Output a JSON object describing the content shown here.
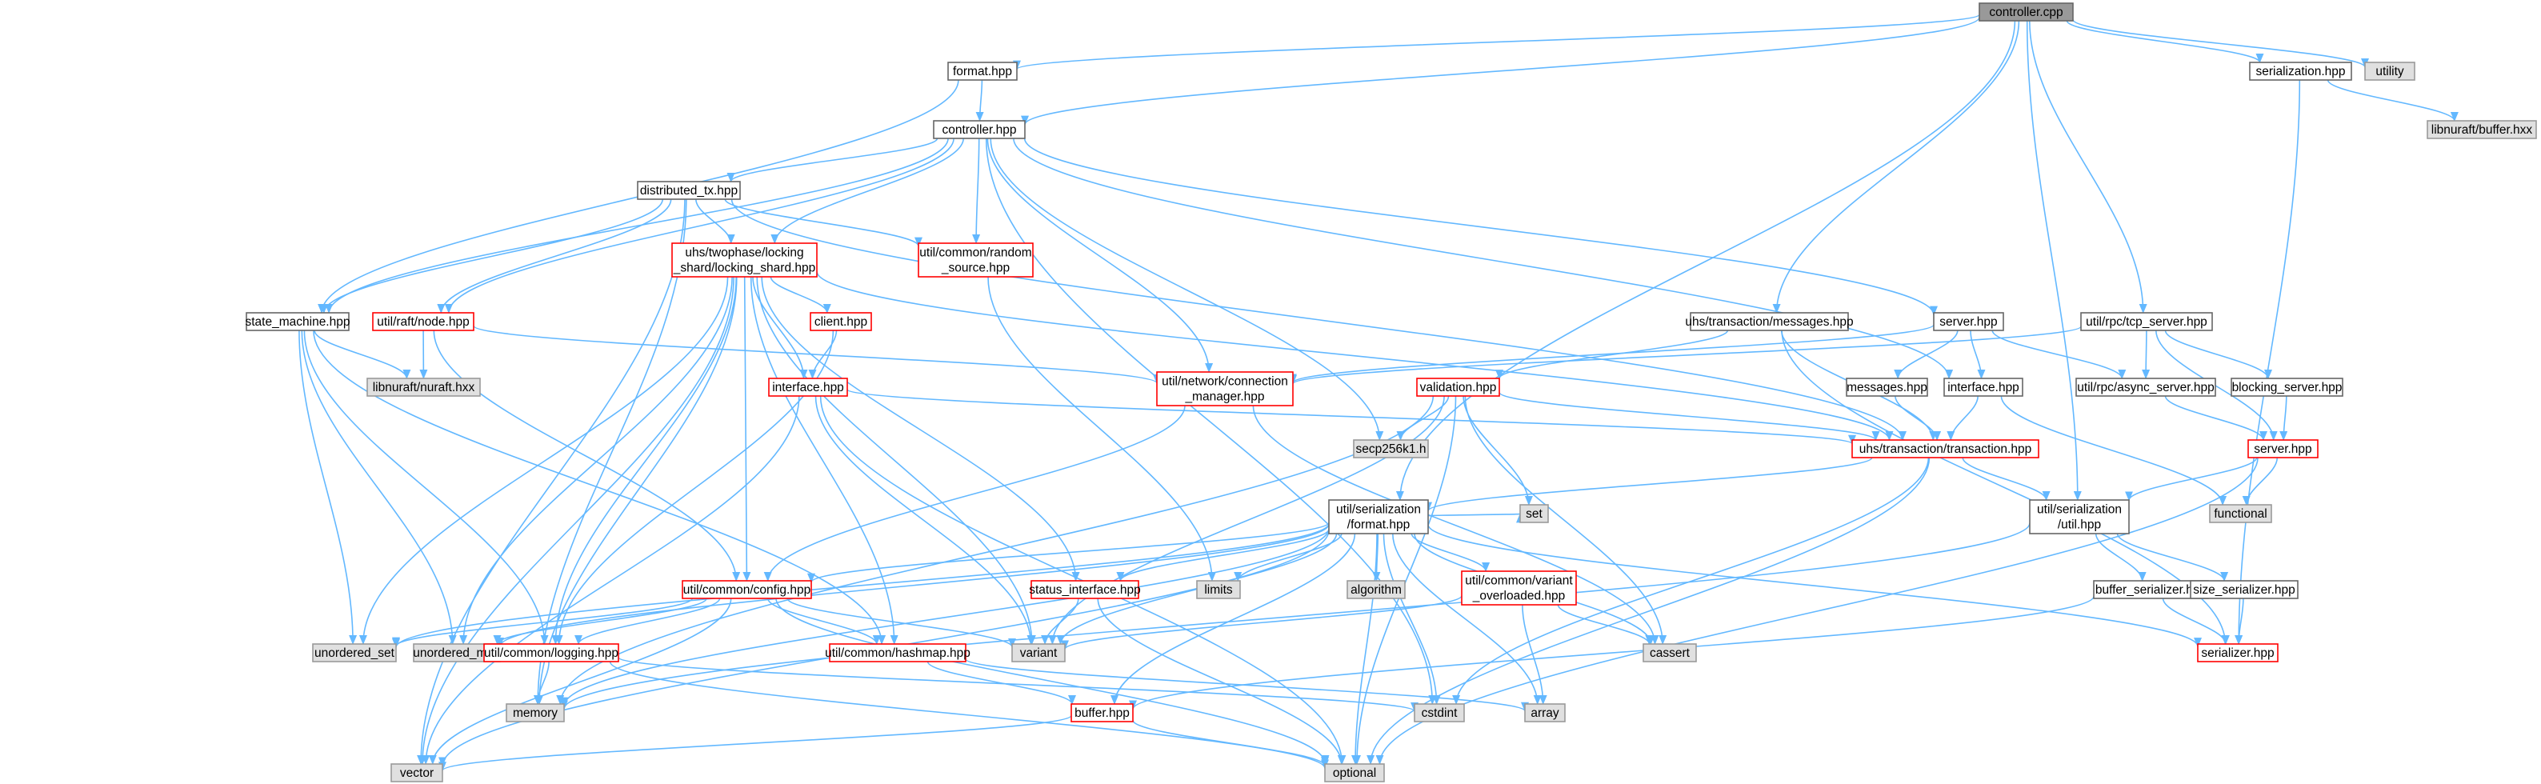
{
  "colors": {
    "edge": "#63b8ff",
    "arrow": "#63b8ff",
    "root_fill": "#999999",
    "root_border": "#666666",
    "normal_fill": "#ffffff",
    "normal_border": "#666666",
    "red_border": "#ff0000",
    "system_fill": "#e0e0e0",
    "system_border": "#999999",
    "text": "#000000"
  },
  "nodes": [
    {
      "id": "controller_cpp",
      "lines": [
        "controller.cpp"
      ],
      "style": "root"
    },
    {
      "id": "format_hpp",
      "lines": [
        "format.hpp"
      ],
      "style": "normal"
    },
    {
      "id": "serialization_hpp",
      "lines": [
        "serialization.hpp"
      ],
      "style": "normal"
    },
    {
      "id": "utility",
      "lines": [
        "utility"
      ],
      "style": "system"
    },
    {
      "id": "libnuraft_buffer",
      "lines": [
        "libnuraft/buffer.hxx"
      ],
      "style": "system"
    },
    {
      "id": "controller_hpp",
      "lines": [
        "controller.hpp"
      ],
      "style": "normal"
    },
    {
      "id": "distributed_tx",
      "lines": [
        "distributed_tx.hpp"
      ],
      "style": "normal"
    },
    {
      "id": "locking_shard",
      "lines": [
        "uhs/twophase/locking",
        "_shard/locking_shard.hpp"
      ],
      "style": "red"
    },
    {
      "id": "random_source",
      "lines": [
        "util/common/random",
        "_source.hpp"
      ],
      "style": "red"
    },
    {
      "id": "state_machine",
      "lines": [
        "state_machine.hpp"
      ],
      "style": "normal"
    },
    {
      "id": "raft_node",
      "lines": [
        "util/raft/node.hpp"
      ],
      "style": "red"
    },
    {
      "id": "client_hpp",
      "lines": [
        "client.hpp"
      ],
      "style": "red"
    },
    {
      "id": "interface_red",
      "lines": [
        "interface.hpp"
      ],
      "style": "red"
    },
    {
      "id": "libnuraft_nuraft",
      "lines": [
        "libnuraft/nuraft.hxx"
      ],
      "style": "system"
    },
    {
      "id": "conn_manager",
      "lines": [
        "util/network/connection",
        "_manager.hpp"
      ],
      "style": "red"
    },
    {
      "id": "validation",
      "lines": [
        "validation.hpp"
      ],
      "style": "red"
    },
    {
      "id": "secp256k1",
      "lines": [
        "secp256k1.h"
      ],
      "style": "system"
    },
    {
      "id": "uhs_messages",
      "lines": [
        "uhs/transaction/messages.hpp"
      ],
      "style": "normal"
    },
    {
      "id": "messages_hpp",
      "lines": [
        "messages.hpp"
      ],
      "style": "normal"
    },
    {
      "id": "server_hpp",
      "lines": [
        "server.hpp"
      ],
      "style": "normal"
    },
    {
      "id": "interface_hpp",
      "lines": [
        "interface.hpp"
      ],
      "style": "normal"
    },
    {
      "id": "transaction",
      "lines": [
        "uhs/transaction/transaction.hpp"
      ],
      "style": "red"
    },
    {
      "id": "tcp_server",
      "lines": [
        "util/rpc/tcp_server.hpp"
      ],
      "style": "normal"
    },
    {
      "id": "async_server",
      "lines": [
        "util/rpc/async_server.hpp"
      ],
      "style": "normal"
    },
    {
      "id": "blocking_server",
      "lines": [
        "blocking_server.hpp"
      ],
      "style": "normal"
    },
    {
      "id": "server_red",
      "lines": [
        "server.hpp"
      ],
      "style": "red"
    },
    {
      "id": "functional",
      "lines": [
        "functional"
      ],
      "style": "system"
    },
    {
      "id": "ser_format",
      "lines": [
        "util/serialization",
        "/format.hpp"
      ],
      "style": "normal"
    },
    {
      "id": "ser_util",
      "lines": [
        "util/serialization",
        "/util.hpp"
      ],
      "style": "normal"
    },
    {
      "id": "buffer_serializer",
      "lines": [
        "buffer_serializer.hpp"
      ],
      "style": "normal"
    },
    {
      "id": "size_serializer",
      "lines": [
        "size_serializer.hpp"
      ],
      "style": "normal"
    },
    {
      "id": "serializer",
      "lines": [
        "serializer.hpp"
      ],
      "style": "red"
    },
    {
      "id": "config",
      "lines": [
        "util/common/config.hpp"
      ],
      "style": "red"
    },
    {
      "id": "status_interface",
      "lines": [
        "status_interface.hpp"
      ],
      "style": "red"
    },
    {
      "id": "limits",
      "lines": [
        "limits"
      ],
      "style": "system"
    },
    {
      "id": "algorithm",
      "lines": [
        "algorithm"
      ],
      "style": "system"
    },
    {
      "id": "variant_overloaded",
      "lines": [
        "util/common/variant",
        "_overloaded.hpp"
      ],
      "style": "red"
    },
    {
      "id": "set",
      "lines": [
        "set"
      ],
      "style": "system"
    },
    {
      "id": "unordered_set",
      "lines": [
        "unordered_set"
      ],
      "style": "system"
    },
    {
      "id": "unordered_map",
      "lines": [
        "unordered_map"
      ],
      "style": "system"
    },
    {
      "id": "logging",
      "lines": [
        "util/common/logging.hpp"
      ],
      "style": "red"
    },
    {
      "id": "hashmap",
      "lines": [
        "util/common/hashmap.hpp"
      ],
      "style": "red"
    },
    {
      "id": "variant",
      "lines": [
        "variant"
      ],
      "style": "system"
    },
    {
      "id": "cassert",
      "lines": [
        "cassert"
      ],
      "style": "system"
    },
    {
      "id": "memory",
      "lines": [
        "memory"
      ],
      "style": "system"
    },
    {
      "id": "buffer_hpp",
      "lines": [
        "buffer.hpp"
      ],
      "style": "red"
    },
    {
      "id": "cstdint",
      "lines": [
        "cstdint"
      ],
      "style": "system"
    },
    {
      "id": "array",
      "lines": [
        "array"
      ],
      "style": "system"
    },
    {
      "id": "vector",
      "lines": [
        "vector"
      ],
      "style": "system"
    },
    {
      "id": "optional",
      "lines": [
        "optional"
      ],
      "style": "system"
    }
  ],
  "edges": [
    [
      "controller_cpp",
      "format_hpp"
    ],
    [
      "controller_cpp",
      "controller_hpp"
    ],
    [
      "controller_cpp",
      "serialization_hpp"
    ],
    [
      "controller_cpp",
      "utility"
    ],
    [
      "controller_cpp",
      "ser_format"
    ],
    [
      "controller_cpp",
      "uhs_messages"
    ],
    [
      "controller_cpp",
      "ser_util"
    ],
    [
      "controller_cpp",
      "tcp_server"
    ],
    [
      "format_hpp",
      "controller_hpp"
    ],
    [
      "format_hpp",
      "state_machine"
    ],
    [
      "serialization_hpp",
      "libnuraft_buffer"
    ],
    [
      "serialization_hpp",
      "serializer"
    ],
    [
      "controller_hpp",
      "distributed_tx"
    ],
    [
      "controller_hpp",
      "locking_shard"
    ],
    [
      "controller_hpp",
      "random_source"
    ],
    [
      "controller_hpp",
      "state_machine"
    ],
    [
      "controller_hpp",
      "raft_node"
    ],
    [
      "controller_hpp",
      "conn_manager"
    ],
    [
      "controller_hpp",
      "secp256k1"
    ],
    [
      "controller_hpp",
      "server_hpp"
    ],
    [
      "controller_hpp",
      "interface_hpp"
    ],
    [
      "controller_hpp",
      "cstdint"
    ],
    [
      "distributed_tx",
      "locking_shard"
    ],
    [
      "distributed_tx",
      "random_source"
    ],
    [
      "distributed_tx",
      "state_machine"
    ],
    [
      "distributed_tx",
      "raft_node"
    ],
    [
      "distributed_tx",
      "transaction"
    ],
    [
      "distributed_tx",
      "vector"
    ],
    [
      "distributed_tx",
      "memory"
    ],
    [
      "locking_shard",
      "client_hpp"
    ],
    [
      "locking_shard",
      "interface_red"
    ],
    [
      "locking_shard",
      "status_interface"
    ],
    [
      "locking_shard",
      "hashmap"
    ],
    [
      "locking_shard",
      "logging"
    ],
    [
      "locking_shard",
      "config"
    ],
    [
      "locking_shard",
      "unordered_set"
    ],
    [
      "locking_shard",
      "unordered_map"
    ],
    [
      "locking_shard",
      "variant"
    ],
    [
      "locking_shard",
      "transaction"
    ],
    [
      "locking_shard",
      "vector"
    ],
    [
      "locking_shard",
      "memory"
    ],
    [
      "random_source",
      "limits"
    ],
    [
      "state_machine",
      "libnuraft_nuraft"
    ],
    [
      "state_machine",
      "hashmap"
    ],
    [
      "state_machine",
      "logging"
    ],
    [
      "state_machine",
      "unordered_set"
    ],
    [
      "state_machine",
      "unordered_map"
    ],
    [
      "raft_node",
      "libnuraft_nuraft"
    ],
    [
      "raft_node",
      "conn_manager"
    ],
    [
      "raft_node",
      "config"
    ],
    [
      "client_hpp",
      "interface_red"
    ],
    [
      "client_hpp",
      "logging"
    ],
    [
      "interface_red",
      "transaction"
    ],
    [
      "interface_red",
      "variant"
    ],
    [
      "interface_red",
      "vector"
    ],
    [
      "interface_red",
      "optional"
    ],
    [
      "conn_manager",
      "config"
    ],
    [
      "conn_manager",
      "cassert"
    ],
    [
      "validation",
      "transaction"
    ],
    [
      "validation",
      "secp256k1"
    ],
    [
      "validation",
      "set"
    ],
    [
      "validation",
      "variant"
    ],
    [
      "validation",
      "optional"
    ],
    [
      "validation",
      "cassert"
    ],
    [
      "validation",
      "memory"
    ],
    [
      "uhs_messages",
      "validation"
    ],
    [
      "uhs_messages",
      "transaction"
    ],
    [
      "uhs_messages",
      "serializer"
    ],
    [
      "messages_hpp",
      "transaction"
    ],
    [
      "server_hpp",
      "messages_hpp"
    ],
    [
      "server_hpp",
      "interface_hpp"
    ],
    [
      "server_hpp",
      "async_server"
    ],
    [
      "server_hpp",
      "conn_manager"
    ],
    [
      "interface_hpp",
      "transaction"
    ],
    [
      "interface_hpp",
      "functional"
    ],
    [
      "transaction",
      "ser_format"
    ],
    [
      "transaction",
      "ser_util"
    ],
    [
      "transaction",
      "optional"
    ],
    [
      "transaction",
      "cstdint"
    ],
    [
      "tcp_server",
      "async_server"
    ],
    [
      "tcp_server",
      "blocking_server"
    ],
    [
      "tcp_server",
      "server_red"
    ],
    [
      "tcp_server",
      "conn_manager"
    ],
    [
      "async_server",
      "server_red"
    ],
    [
      "blocking_server",
      "server_red"
    ],
    [
      "server_red",
      "ser_util"
    ],
    [
      "server_red",
      "functional"
    ],
    [
      "server_red",
      "optional"
    ],
    [
      "ser_format",
      "config"
    ],
    [
      "ser_format",
      "status_interface"
    ],
    [
      "ser_format",
      "limits"
    ],
    [
      "ser_format",
      "algorithm"
    ],
    [
      "ser_format",
      "variant_overloaded"
    ],
    [
      "ser_format",
      "set"
    ],
    [
      "ser_format",
      "unordered_set"
    ],
    [
      "ser_format",
      "unordered_map"
    ],
    [
      "ser_format",
      "variant"
    ],
    [
      "ser_format",
      "cassert"
    ],
    [
      "ser_format",
      "buffer_hpp"
    ],
    [
      "ser_format",
      "cstdint"
    ],
    [
      "ser_format",
      "array"
    ],
    [
      "ser_format",
      "vector"
    ],
    [
      "ser_format",
      "optional"
    ],
    [
      "ser_format",
      "serializer"
    ],
    [
      "ser_format",
      "memory"
    ],
    [
      "ser_util",
      "buffer_serializer"
    ],
    [
      "ser_util",
      "size_serializer"
    ],
    [
      "ser_util",
      "memory"
    ],
    [
      "buffer_serializer",
      "serializer"
    ],
    [
      "buffer_serializer",
      "buffer_hpp"
    ],
    [
      "size_serializer",
      "serializer"
    ],
    [
      "config",
      "logging"
    ],
    [
      "config",
      "hashmap"
    ],
    [
      "config",
      "unordered_set"
    ],
    [
      "config",
      "unordered_map"
    ],
    [
      "config",
      "variant"
    ],
    [
      "config",
      "vector"
    ],
    [
      "config",
      "optional"
    ],
    [
      "status_interface",
      "variant"
    ],
    [
      "status_interface",
      "optional"
    ],
    [
      "variant_overloaded",
      "variant"
    ],
    [
      "variant_overloaded",
      "cassert"
    ],
    [
      "variant_overloaded",
      "array"
    ],
    [
      "logging",
      "memory"
    ],
    [
      "logging",
      "cstdint"
    ],
    [
      "logging",
      "optional"
    ],
    [
      "hashmap",
      "buffer_hpp"
    ],
    [
      "hashmap",
      "array"
    ],
    [
      "buffer_hpp",
      "vector"
    ],
    [
      "buffer_hpp",
      "optional"
    ]
  ]
}
